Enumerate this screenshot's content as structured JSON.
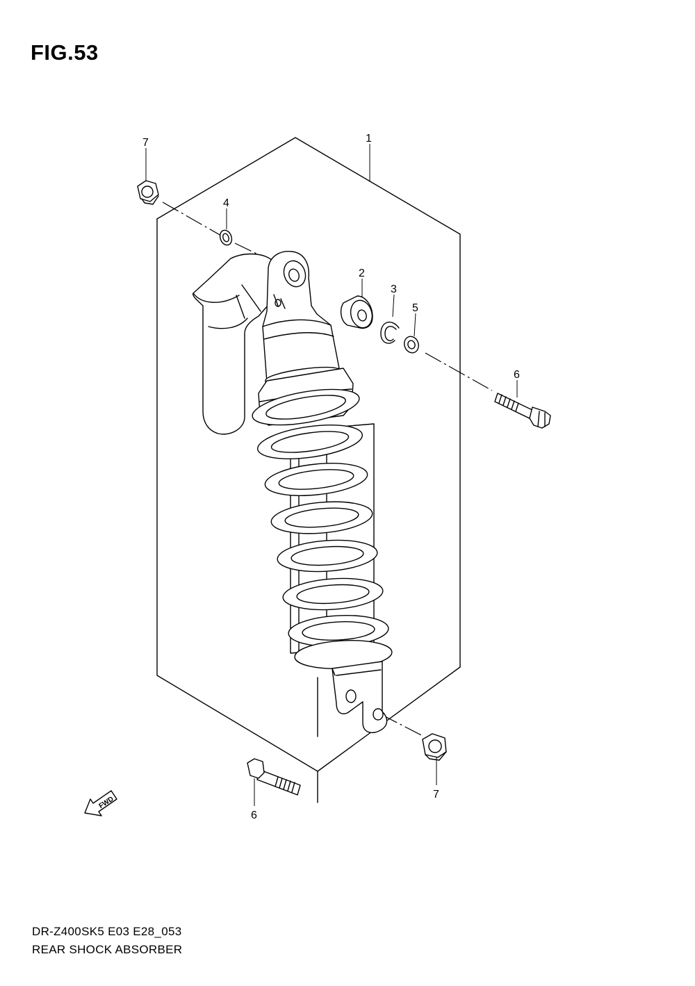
{
  "figure": {
    "title": "FIG.53"
  },
  "callouts": {
    "c1": "1",
    "c2": "2",
    "c3": "3",
    "c4": "4",
    "c5": "5",
    "c6_upper": "6",
    "c6_lower": "6",
    "c7_upper": "7",
    "c7_lower": "7"
  },
  "fwd_arrow": {
    "label": "FWD"
  },
  "footer": {
    "model_code": "DR-Z400SK5 E03 E28_053",
    "section_name": "REAR SHOCK ABSORBER"
  }
}
